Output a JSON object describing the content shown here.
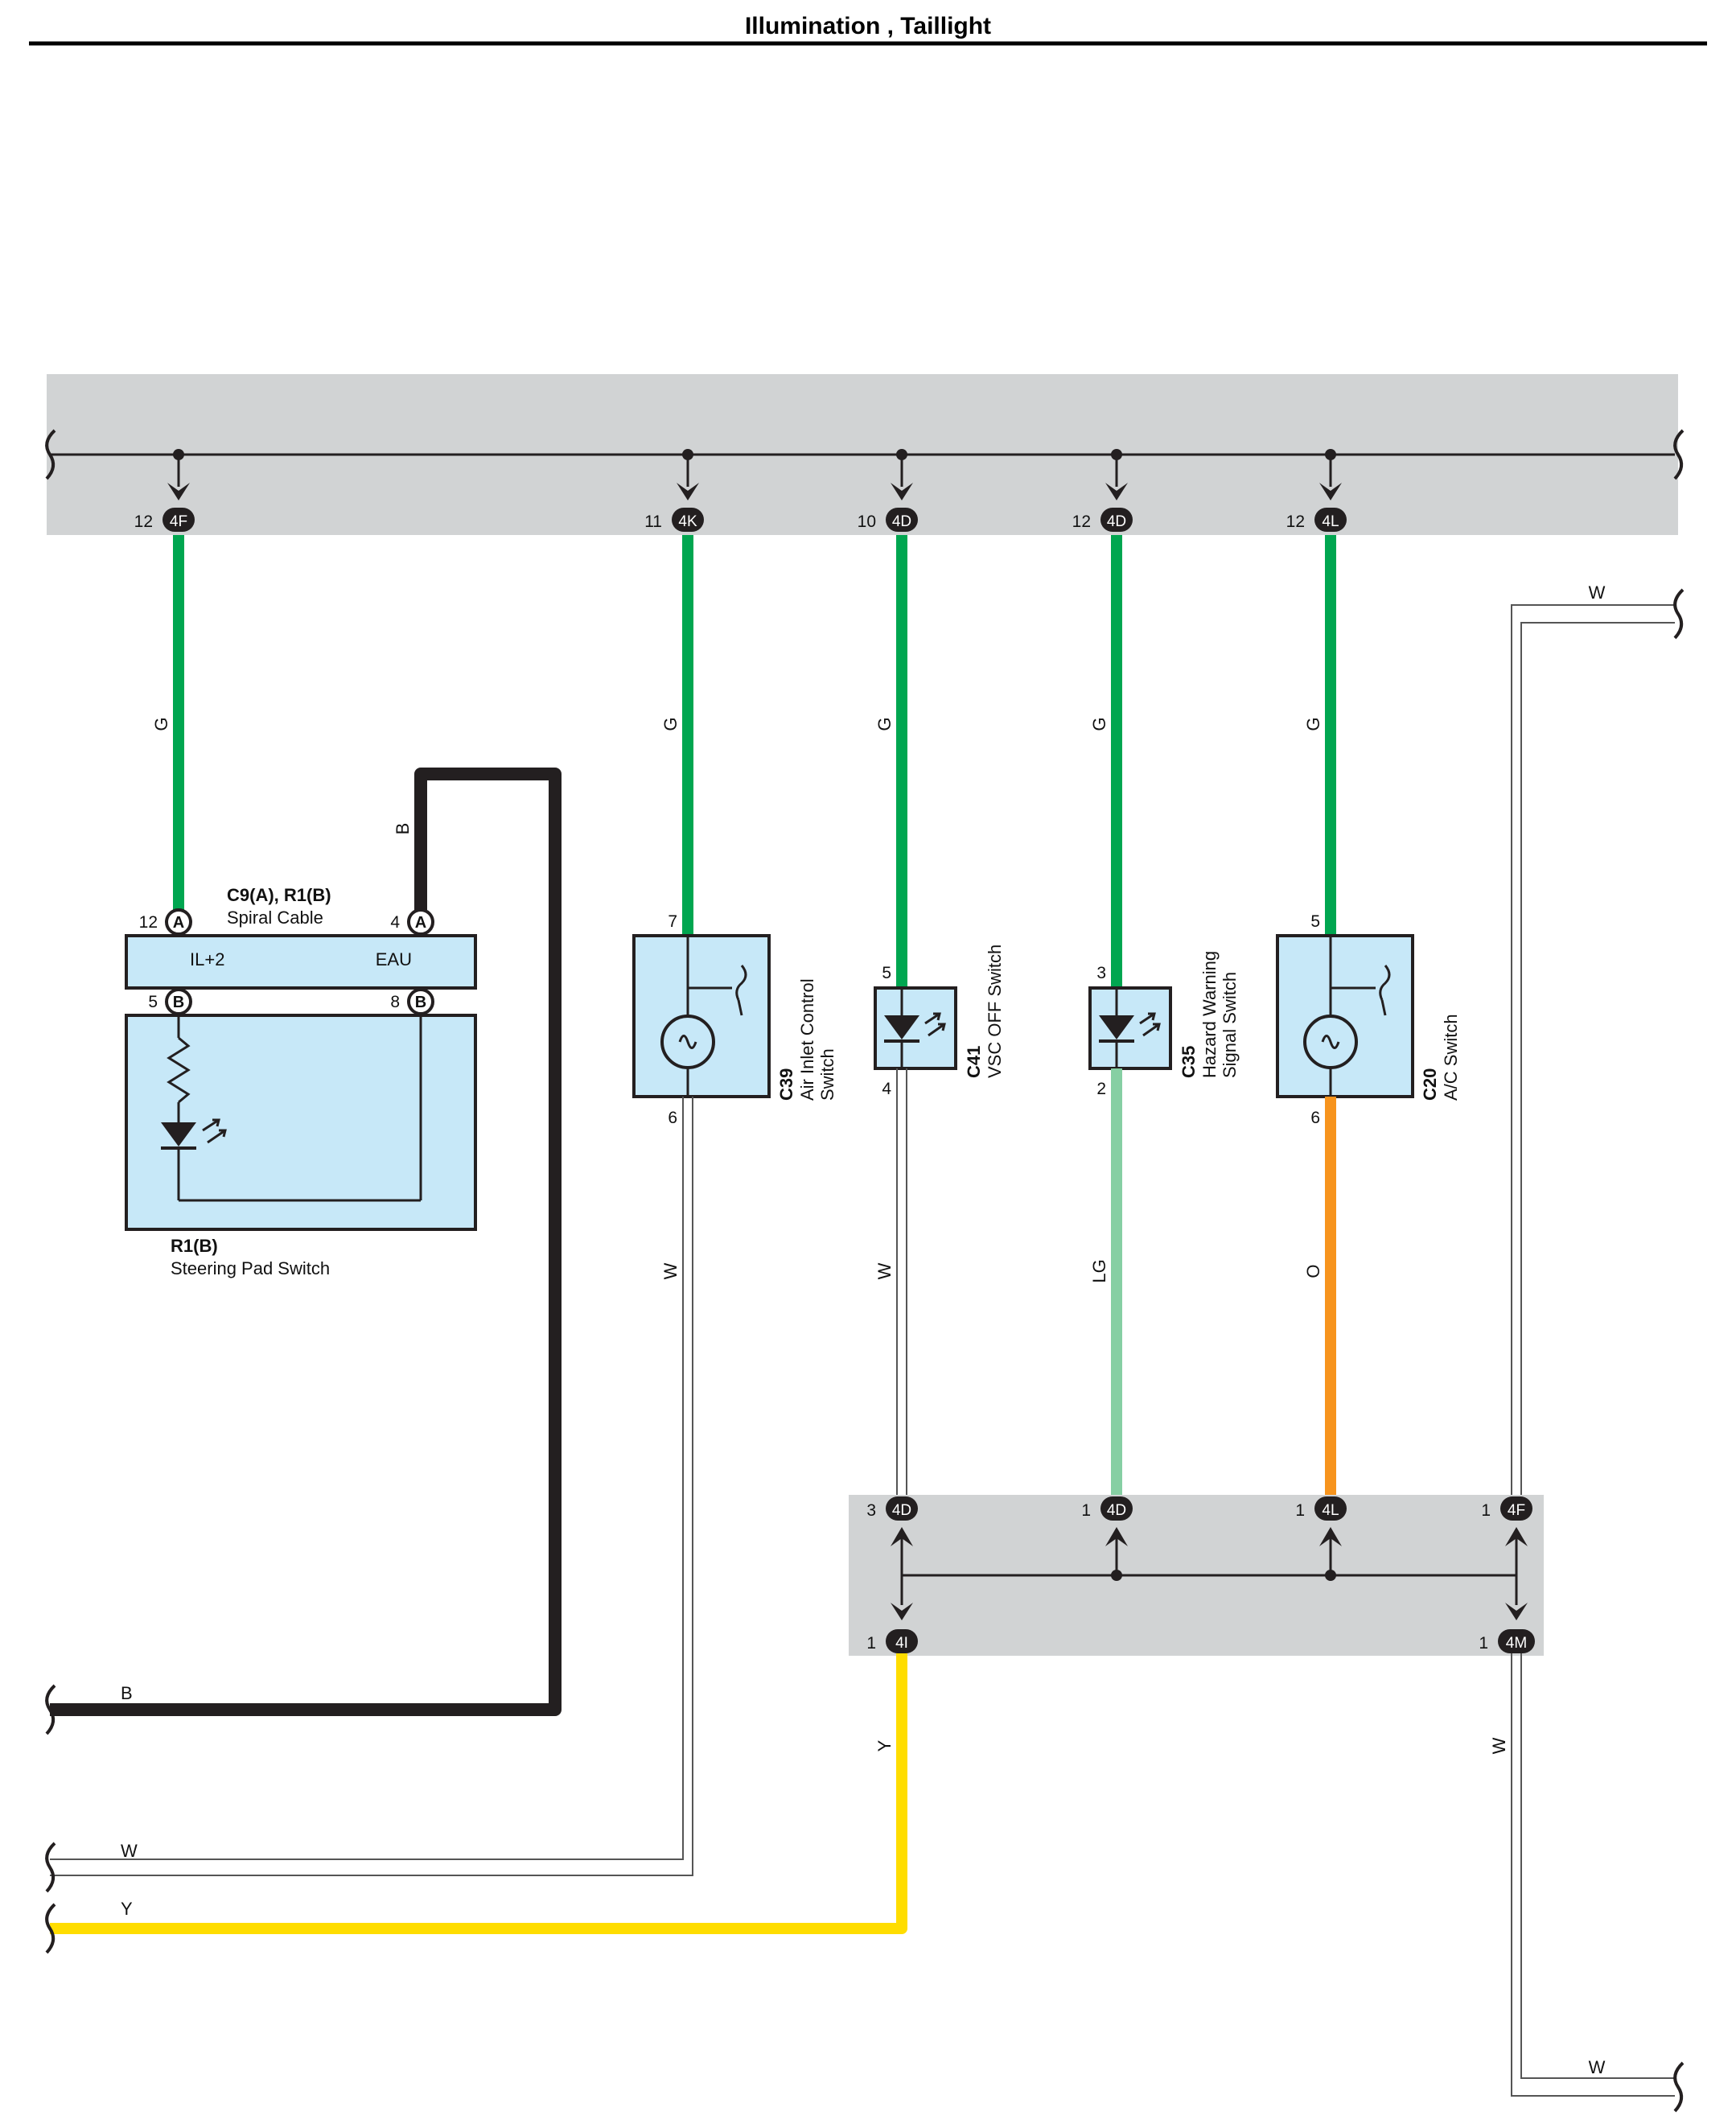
{
  "title": "Illumination , Taillight",
  "top_connectors": [
    {
      "pin": "12",
      "code": "4F",
      "wire": "G"
    },
    {
      "pin": "11",
      "code": "4K",
      "wire": "G"
    },
    {
      "pin": "10",
      "code": "4D",
      "wire": "G"
    },
    {
      "pin": "12",
      "code": "4D",
      "wire": "G"
    },
    {
      "pin": "12",
      "code": "4L",
      "wire": "G"
    }
  ],
  "spiral_cable": {
    "ref": "C9(A), R1(B)",
    "name": "Spiral Cable",
    "terminal_left": "IL+2",
    "terminal_right": "EAU",
    "pin_a_left": "12",
    "pin_a_left_letter": "A",
    "pin_a_right": "4",
    "pin_a_right_letter": "A",
    "pin_b_left": "5",
    "pin_b_left_letter": "B",
    "pin_b_right": "8",
    "pin_b_right_letter": "B",
    "wire_top": "B"
  },
  "steering_pad": {
    "ref": "R1(B)",
    "name": "Steering Pad Switch"
  },
  "components": [
    {
      "ref": "C39",
      "name_line1": "Air Inlet Control",
      "name_line2": "Switch",
      "pin_in": "7",
      "pin_out": "6",
      "wire_out": "W"
    },
    {
      "ref": "C41",
      "name_line1": "VSC OFF Switch",
      "name_line2": "",
      "pin_in": "5",
      "pin_out": "4",
      "wire_out": "W"
    },
    {
      "ref": "C35",
      "name_line1": "Hazard Warning",
      "name_line2": "Signal Switch",
      "pin_in": "3",
      "pin_out": "2",
      "wire_out": "LG"
    },
    {
      "ref": "C20",
      "name_line1": "A/C Switch",
      "name_line2": "",
      "pin_in": "5",
      "pin_out": "6",
      "wire_out": "O"
    }
  ],
  "bottom_block": {
    "top_connectors": [
      {
        "pin": "3",
        "code": "4D"
      },
      {
        "pin": "1",
        "code": "4D"
      },
      {
        "pin": "1",
        "code": "4L"
      },
      {
        "pin": "1",
        "code": "4F"
      }
    ],
    "bottom_connectors": [
      {
        "pin": "1",
        "code": "4I",
        "wire": "Y"
      },
      {
        "pin": "1",
        "code": "4M",
        "wire": "W"
      }
    ]
  },
  "left_wires": {
    "b": "B",
    "w": "W",
    "y": "Y"
  },
  "right_wires": {
    "top": "W",
    "bottom": "W"
  },
  "colors": {
    "G": "#00a650",
    "LG": "#86cfa3",
    "O": "#f7941d",
    "Y": "#ffdd00",
    "B": "#231f20",
    "W": "#ffffff",
    "box_fill": "#c7e8f8",
    "block_gray": "#d1d3d4"
  }
}
